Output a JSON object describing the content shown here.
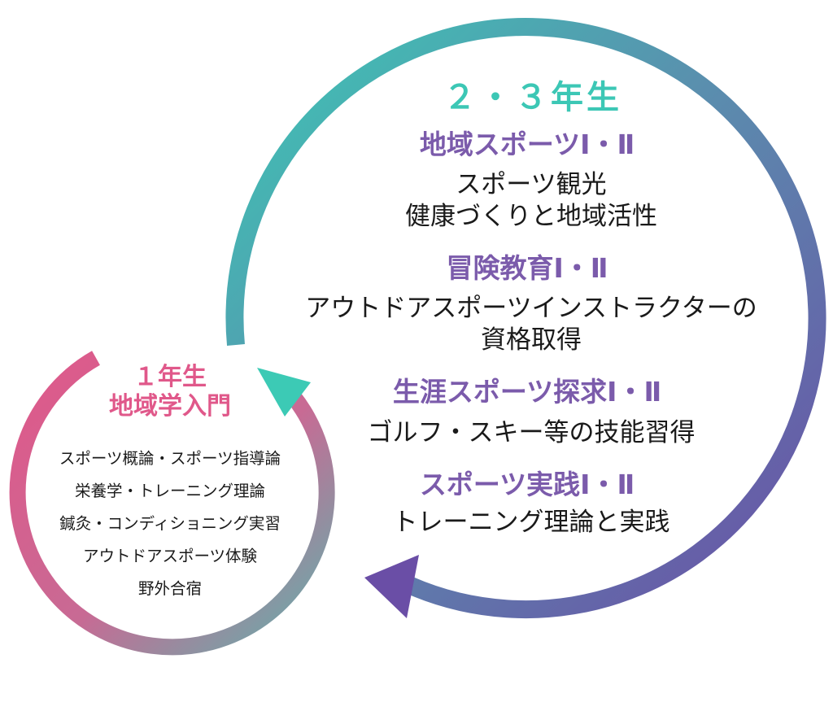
{
  "colors": {
    "teal": "#3cc7b5",
    "purple": "#6a55a8",
    "pink": "#e0588a",
    "heading_purple": "#7b5bab"
  },
  "upper_cycle": {
    "title": "２・３年生",
    "courses": [
      {
        "name": "地域スポーツⅠ・Ⅱ",
        "lines": [
          "スポーツ観光",
          "健康づくりと地域活性"
        ]
      },
      {
        "name": "冒険教育Ⅰ・Ⅱ",
        "lines": [
          "アウトドアスポーツインストラクターの",
          "資格取得"
        ]
      },
      {
        "name": "生涯スポーツ探求Ⅰ・Ⅱ",
        "lines": [
          "ゴルフ・スキー等の技能習得"
        ]
      },
      {
        "name": "スポーツ実践Ⅰ・Ⅱ",
        "lines": [
          "トレーニング理論と実践"
        ]
      }
    ]
  },
  "lower_cycle": {
    "title_line1": "１年生",
    "title_line2": "地域学入門",
    "items": [
      "スポーツ概論・スポーツ指導論",
      "栄養学・トレーニング理論",
      "鍼灸・コンディショニング実習",
      "アウトドアスポーツ体験",
      "野外合宿"
    ]
  }
}
